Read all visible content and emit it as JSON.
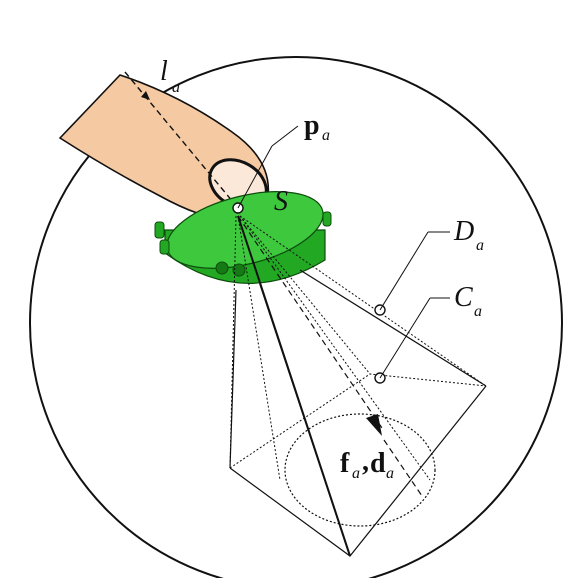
{
  "labels": {
    "l_main": "l",
    "l_sub": "a",
    "p_main": "p",
    "p_sub": "a",
    "S": "S",
    "D_main": "D",
    "D_sub": "a",
    "C_main": "C",
    "C_sub": "a",
    "f_main": "f",
    "f_sub": "a",
    "comma": ",",
    "d_main": "d",
    "d_sub": "a"
  },
  "colors": {
    "skin": "#f5c9a2",
    "nail": "#fbe8d9",
    "sensor_top": "#3ec83e",
    "sensor_side": "#22a822",
    "sensor_dark": "#157a15",
    "line": "#111111"
  }
}
